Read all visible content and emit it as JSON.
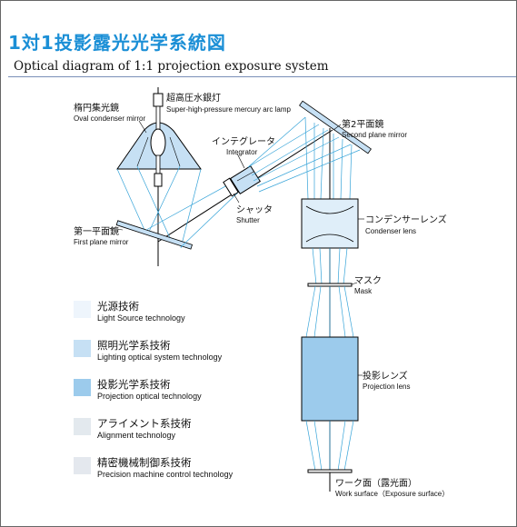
{
  "title": {
    "jp": "1対1投影露光光学系統図",
    "en": "Optical diagram of 1:1 projection exposure system"
  },
  "components": {
    "lamp": {
      "jp": "超高圧水銀灯",
      "en": "Super-high-pressure  mercury arc lamp"
    },
    "oval_mirror": {
      "jp": "楕円集光鏡",
      "en": "Oval condenser mirror"
    },
    "integrator": {
      "jp": "インテグレータ",
      "en": "Integrator"
    },
    "second_mirror": {
      "jp": "第2平面鏡",
      "en": "Second plane mirror"
    },
    "shutter": {
      "jp": "シャッタ",
      "en": "Shutter"
    },
    "first_mirror": {
      "jp": "第一平面鏡",
      "en": "First plane mirror"
    },
    "condenser_lens": {
      "jp": "コンデンサーレンズ",
      "en": "Condenser lens"
    },
    "mask": {
      "jp": "マスク",
      "en": "Mask"
    },
    "projection_lens": {
      "jp": "投影レンズ",
      "en": "Projection lens"
    },
    "work_surface": {
      "jp": "ワーク面（露光面）",
      "en": "Work surface（Exposure surface）"
    }
  },
  "legend": [
    {
      "jp": "光源技術",
      "en": "Light Source technology",
      "color": "#eef5fc"
    },
    {
      "jp": "照明光学系技術",
      "en": "Lighting optical system technology",
      "color": "#c6e0f4"
    },
    {
      "jp": "投影光学系技術",
      "en": "Projection optical technology",
      "color": "#9ccbec"
    },
    {
      "jp": "アライメント系技術",
      "en": "Alignment technology",
      "color": "#e3e9ee"
    },
    {
      "jp": "精密機械制御系技術",
      "en": "Precision  machine control technology",
      "color": "#e4e8ee"
    }
  ],
  "colors": {
    "title": "#1b8fd6",
    "ray": "#35a3d8",
    "mirror_fill": "#c6e0f4",
    "lens_fill": "#9ccbec",
    "condenser_fill": "#dfeef9"
  }
}
